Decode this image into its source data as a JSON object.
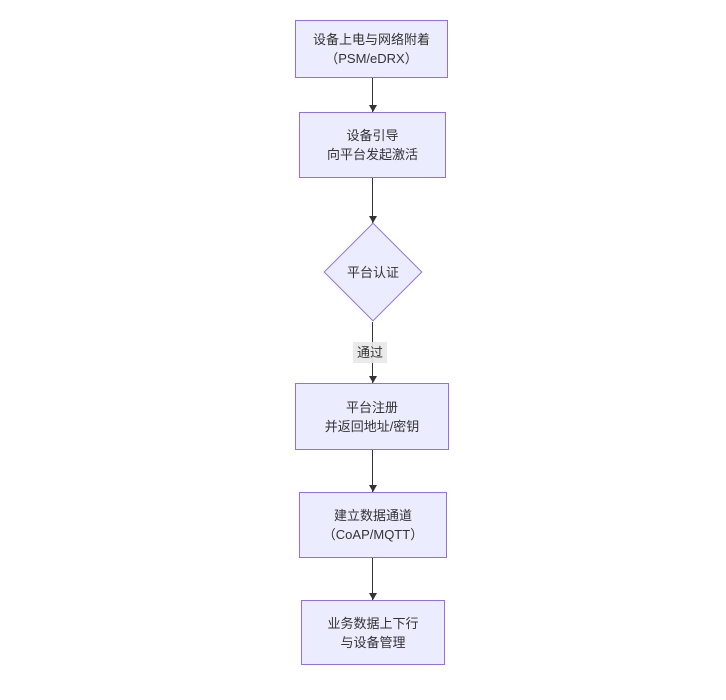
{
  "diagram": {
    "type": "flowchart",
    "direction": "top-down",
    "background": "#ffffff",
    "colors": {
      "node_fill": "#ECECFF",
      "node_border": "#9370DB",
      "node_text": "#333333",
      "edge_line": "#333333",
      "edge_label_bg": "#e8e8e8",
      "edge_label_text": "#333333"
    },
    "nodes": [
      {
        "id": "device-power",
        "shape": "rect",
        "line1": "设备上电与网络附着",
        "line2": "（PSM/eDRX）"
      },
      {
        "id": "device-bootstrap",
        "shape": "rect",
        "line1": "设备引导",
        "line2": "向平台发起激活"
      },
      {
        "id": "platform-auth",
        "shape": "diamond",
        "label": "平台认证"
      },
      {
        "id": "platform-register",
        "shape": "rect",
        "line1": "平台注册",
        "line2": "并返回地址/密钥"
      },
      {
        "id": "data-channel",
        "shape": "rect",
        "line1": "建立数据通道",
        "line2": "（CoAP/MQTT）"
      },
      {
        "id": "business-data",
        "shape": "rect",
        "line1": "业务数据上下行",
        "line2": "与设备管理"
      }
    ],
    "edges": [
      {
        "from": "device-power",
        "to": "device-bootstrap",
        "label": ""
      },
      {
        "from": "device-bootstrap",
        "to": "platform-auth",
        "label": ""
      },
      {
        "from": "platform-auth",
        "to": "platform-register",
        "label": "通过"
      },
      {
        "from": "platform-register",
        "to": "data-channel",
        "label": ""
      },
      {
        "from": "data-channel",
        "to": "business-data",
        "label": ""
      }
    ]
  }
}
